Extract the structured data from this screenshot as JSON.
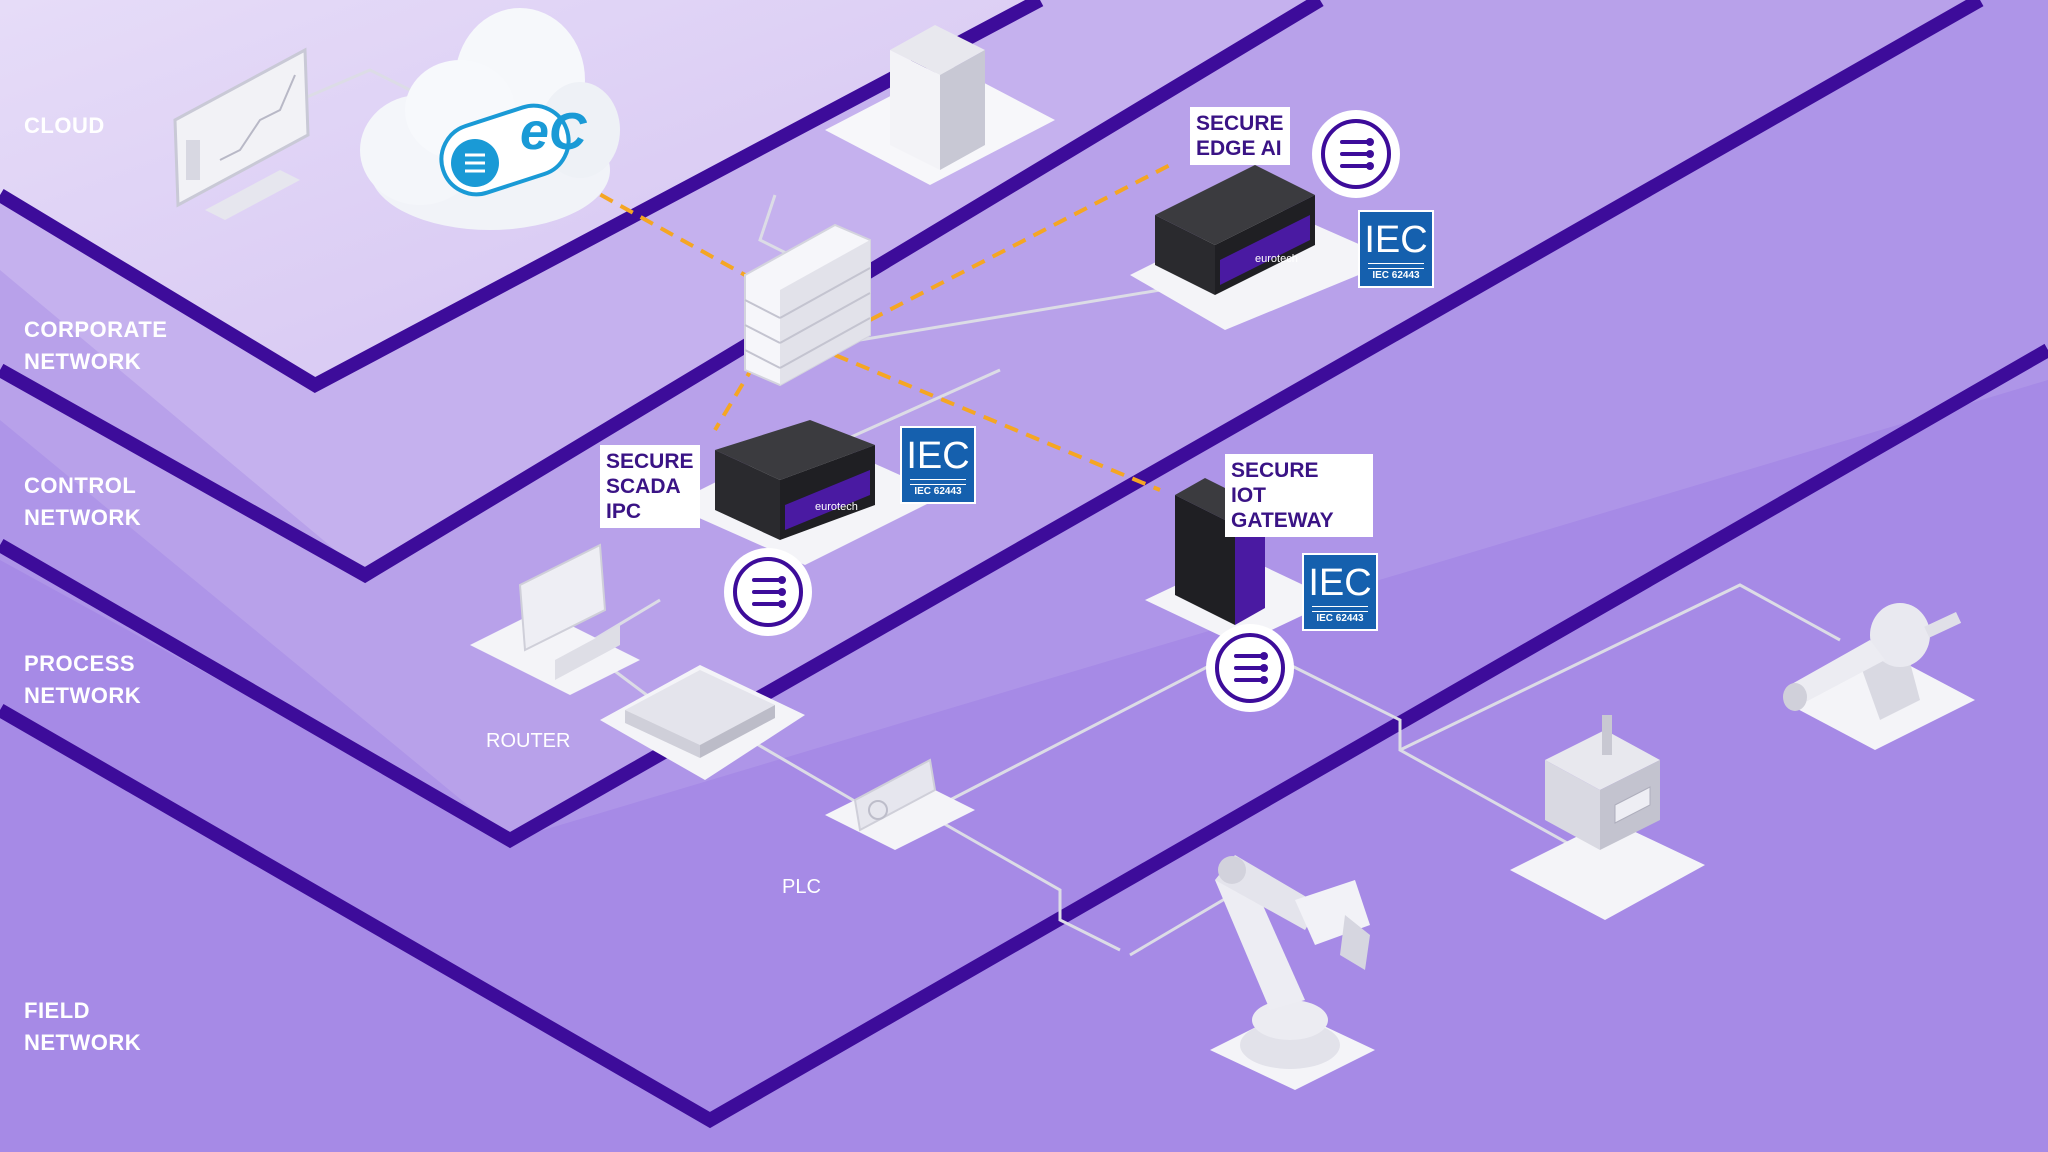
{
  "layers": {
    "cloud": "CLOUD",
    "corporate": "CORPORATE\n NETWORK",
    "control": "CONTROL\nNETWORK",
    "process": "PROCESS\nNETWORK",
    "field": "FIELD\nNETWORK"
  },
  "devices": {
    "edge_ai": "SECURE\nEDGE AI",
    "scada_ipc": "SECURE\nSCADA\nIPC",
    "iot_gateway": "SECURE\nIOT\nGATEWAY",
    "router": "ROUTER",
    "plc": "PLC"
  },
  "badges": {
    "iec_logo": "IEC",
    "iec_standard": "IEC 62443"
  },
  "cloud_logo": "eC",
  "brand_text": "eurotech",
  "colors": {
    "band_dark": "#3d0c9a",
    "plane_cloud": "#dccff4",
    "plane_corporate": "#c7b3ee",
    "plane_control": "#b9a2ea",
    "plane_process": "#ae95e8",
    "plane_field": "#a68ae6",
    "secure_link": "#f5a623",
    "iec_blue": "#1560ae",
    "label_text": "#3a1385"
  }
}
